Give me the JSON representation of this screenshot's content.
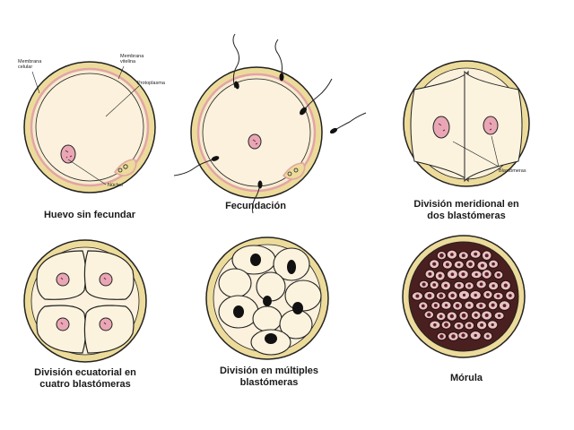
{
  "panels": {
    "unfertilized": {
      "caption": "Huevo sin fecundar",
      "labels": {
        "cell_membrane": [
          "Membrana",
          "celular"
        ],
        "vitelline_membrane": [
          "Membrana",
          "vitelina"
        ],
        "protoplasm": "Protoplasma",
        "nucleus": "Núcleo"
      }
    },
    "fertilization": {
      "caption": "Fecundación"
    },
    "meridional": {
      "caption": [
        "División meridional en",
        "dos blastómeras"
      ],
      "labels": {
        "blastomeres": "Blastómeras"
      }
    },
    "equatorial": {
      "caption": [
        "División ecuatorial en",
        "cuatro blastómeras"
      ]
    },
    "multiple": {
      "caption": [
        "División en múltiples",
        "blastómeras"
      ]
    },
    "morula": {
      "caption": "Mórula"
    }
  },
  "colors": {
    "outer_shell": "#ecdb9a",
    "cytoplasm": "#fbf1dc",
    "membrane_pink": "#e3a4a6",
    "nucleus_pink": "#e9a7b5",
    "outline": "#222222",
    "background": "#ffffff"
  }
}
